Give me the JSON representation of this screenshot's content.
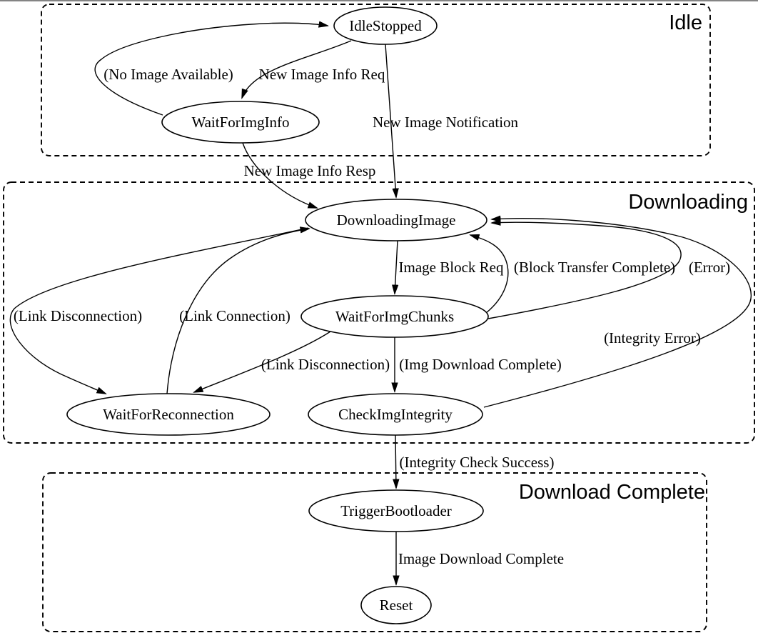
{
  "page": {
    "background_color": "#ffffff",
    "top_border_color": "#848484",
    "line_color": "#000000"
  },
  "diagram": {
    "type": "state-machine",
    "clusters": [
      {
        "id": "idle",
        "label": "Idle"
      },
      {
        "id": "downloading",
        "label": "Downloading"
      },
      {
        "id": "download-complete",
        "label": "Download Complete"
      }
    ],
    "nodes": [
      {
        "id": "IdleStopped",
        "label": "IdleStopped",
        "cluster": "Idle"
      },
      {
        "id": "WaitForImgInfo",
        "label": "WaitForImgInfo",
        "cluster": "Idle"
      },
      {
        "id": "DownloadingImage",
        "label": "DownloadingImage",
        "cluster": "Downloading"
      },
      {
        "id": "WaitForImgChunks",
        "label": "WaitForImgChunks",
        "cluster": "Downloading"
      },
      {
        "id": "WaitForReconnection",
        "label": "WaitForReconnection",
        "cluster": "Downloading"
      },
      {
        "id": "CheckImgIntegrity",
        "label": "CheckImgIntegrity",
        "cluster": "Downloading"
      },
      {
        "id": "TriggerBootloader",
        "label": "TriggerBootloader",
        "cluster": "Download Complete"
      },
      {
        "id": "Reset",
        "label": "Reset",
        "cluster": "Download Complete"
      }
    ],
    "edges": [
      {
        "from": "IdleStopped",
        "to": "WaitForImgInfo",
        "label": "New Image Info Req"
      },
      {
        "from": "WaitForImgInfo",
        "to": "IdleStopped",
        "label": "(No Image Available)"
      },
      {
        "from": "IdleStopped",
        "to": "DownloadingImage",
        "label": "New Image Notification"
      },
      {
        "from": "WaitForImgInfo",
        "to": "DownloadingImage",
        "label": "New Image Info Resp"
      },
      {
        "from": "DownloadingImage",
        "to": "WaitForImgChunks",
        "label": "Image Block Req"
      },
      {
        "from": "WaitForImgChunks",
        "to": "DownloadingImage",
        "label": "(Block Transfer Complete)"
      },
      {
        "from": "WaitForImgChunks",
        "to": "DownloadingImage",
        "label": "(Error)"
      },
      {
        "from": "DownloadingImage",
        "to": "WaitForReconnection",
        "label": "(Link Disconnection)"
      },
      {
        "from": "WaitForReconnection",
        "to": "DownloadingImage",
        "label": "(Link Connection)"
      },
      {
        "from": "WaitForImgChunks",
        "to": "WaitForReconnection",
        "label": "(Link Disconnection)"
      },
      {
        "from": "WaitForImgChunks",
        "to": "CheckImgIntegrity",
        "label": "(Img Download Complete)"
      },
      {
        "from": "CheckImgIntegrity",
        "to": "DownloadingImage",
        "label": "(Integrity Error)"
      },
      {
        "from": "CheckImgIntegrity",
        "to": "TriggerBootloader",
        "label": "(Integrity Check Success)"
      },
      {
        "from": "TriggerBootloader",
        "to": "Reset",
        "label": "Image Download Complete"
      }
    ]
  }
}
